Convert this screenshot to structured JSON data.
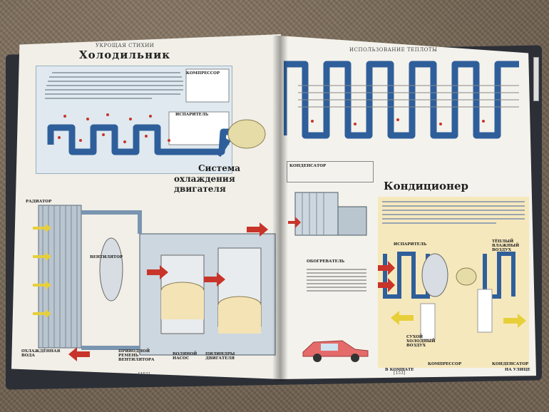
{
  "left_page": {
    "running_header": "Укрощая стихии",
    "fridge": {
      "title": "Холодильник",
      "compressor_label": "Компрессор",
      "evaporator_label": "Испаритель"
    },
    "engine": {
      "title_line1": "Система",
      "title_line2": "охлаждения двигателя",
      "radiator_label": "Радиатор",
      "fan_label": "Вентилятор",
      "coolant_label": "Охлаждённая вода",
      "belt_label": "Приводной ремень вентилятора",
      "pump_label": "Водяной насос",
      "cylinders_label": "Цилиндры двигателя"
    },
    "page_number": "[152]"
  },
  "right_page": {
    "running_header": "Использование теплоты",
    "condenser_label": "Конденсатор",
    "ac": {
      "title": "Кондиционер",
      "evaporator_label": "Испаритель",
      "compressor_label": "Компрессор",
      "condenser_label": "Конденсатор",
      "in_room_label": "В комнате",
      "dry_air_label": "Сухой холодный воздух",
      "warm_air_label": "Тёплый влажный воздух"
    },
    "heater": {
      "title": "Обогреватель"
    },
    "page_number": "[153]",
    "continuation": "На улице"
  },
  "colors": {
    "pipe_blue": "#2f5f9b",
    "fridge_bg": "#dfe9ef",
    "ac_panel": "#f6e8bd",
    "arrow_red": "#c8342a",
    "car_red": "#e56b6b",
    "cylinder": "#f3e3b5"
  }
}
